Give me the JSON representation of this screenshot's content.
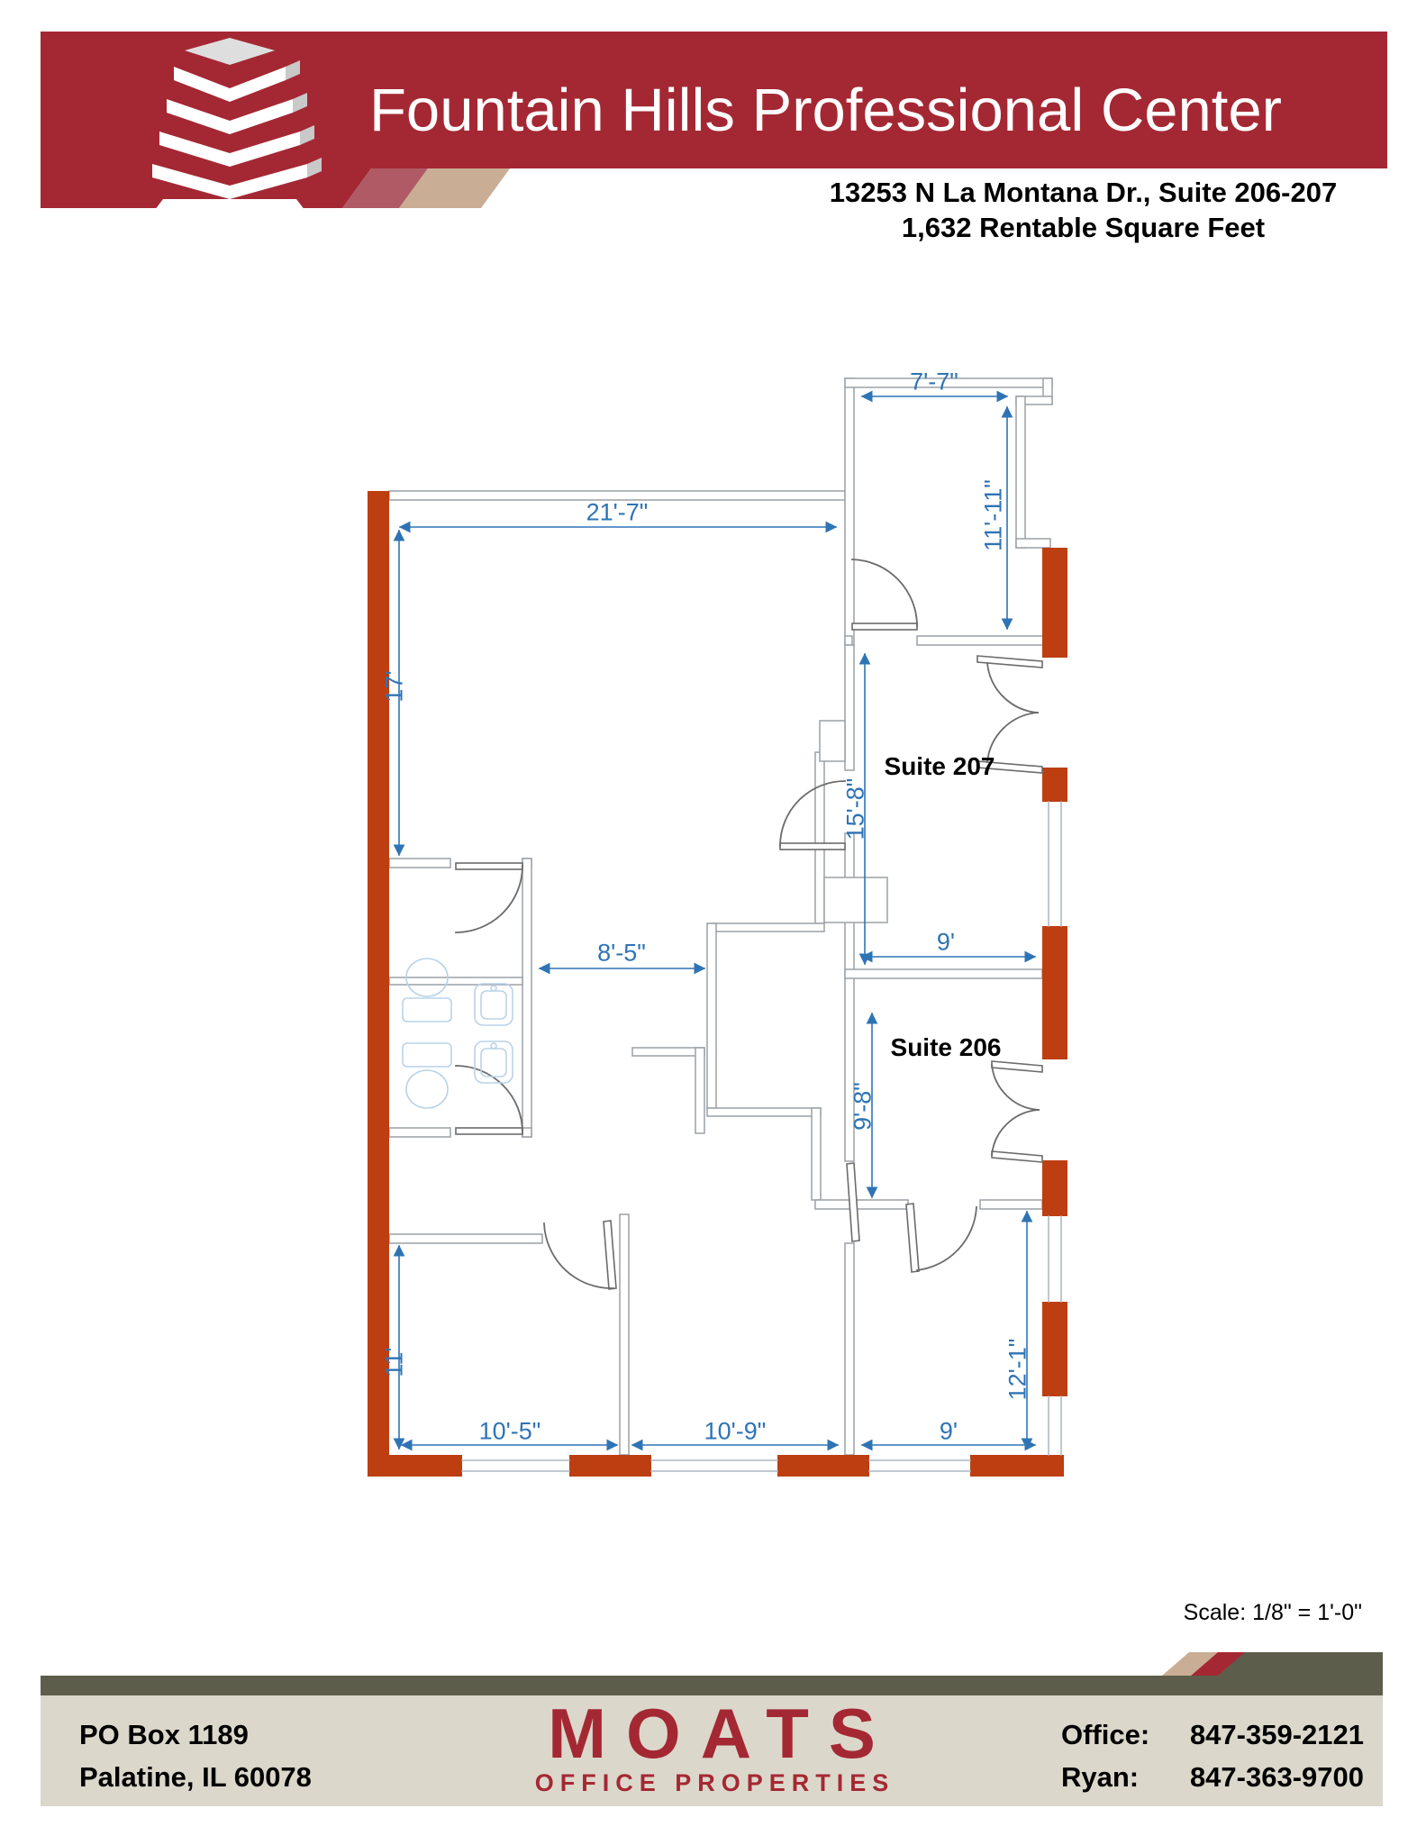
{
  "header": {
    "title": "Fountain Hills Professional Center",
    "address_line1": "13253 N La Montana Dr., Suite 206-207",
    "address_line2": "1,632 Rentable Square Feet"
  },
  "plan": {
    "suite_207_label": "Suite 207",
    "suite_206_label": "Suite 206",
    "scale_note": "Scale: 1/8\" = 1'-0\"",
    "dims": {
      "entry_width": "7'-7\"",
      "entry_depth": "11'-11\"",
      "reception_width": "21'-7\"",
      "reception_depth": "17'",
      "hall_width": "8'-5\"",
      "suite207_depth": "15'-8\"",
      "suite207_width": "9'",
      "suite206_depth": "9'-8\"",
      "office_right_depth": "12'-1\"",
      "office_left_depth": "11'",
      "office1_width": "10'-5\"",
      "office2_width": "10'-9\"",
      "office3_width": "9'"
    }
  },
  "footer": {
    "po_box": "PO Box 1189",
    "city_line": "Palatine, IL 60078",
    "brand": "MOATS",
    "brand_sub": "OFFICE PROPERTIES",
    "office_label": "Office:",
    "office_phone": "847-359-2121",
    "ryan_label": "Ryan:",
    "ryan_phone": "847-363-9700"
  },
  "colors": {
    "brand_red": "#a42833",
    "wall_red": "#bd3e11",
    "dim_blue": "#2e74b5",
    "footer_olive": "#5c5e4b",
    "footer_beige": "#dcd7cb",
    "stripe_pink": "#b05a66",
    "stripe_tan": "#c9ad94"
  }
}
